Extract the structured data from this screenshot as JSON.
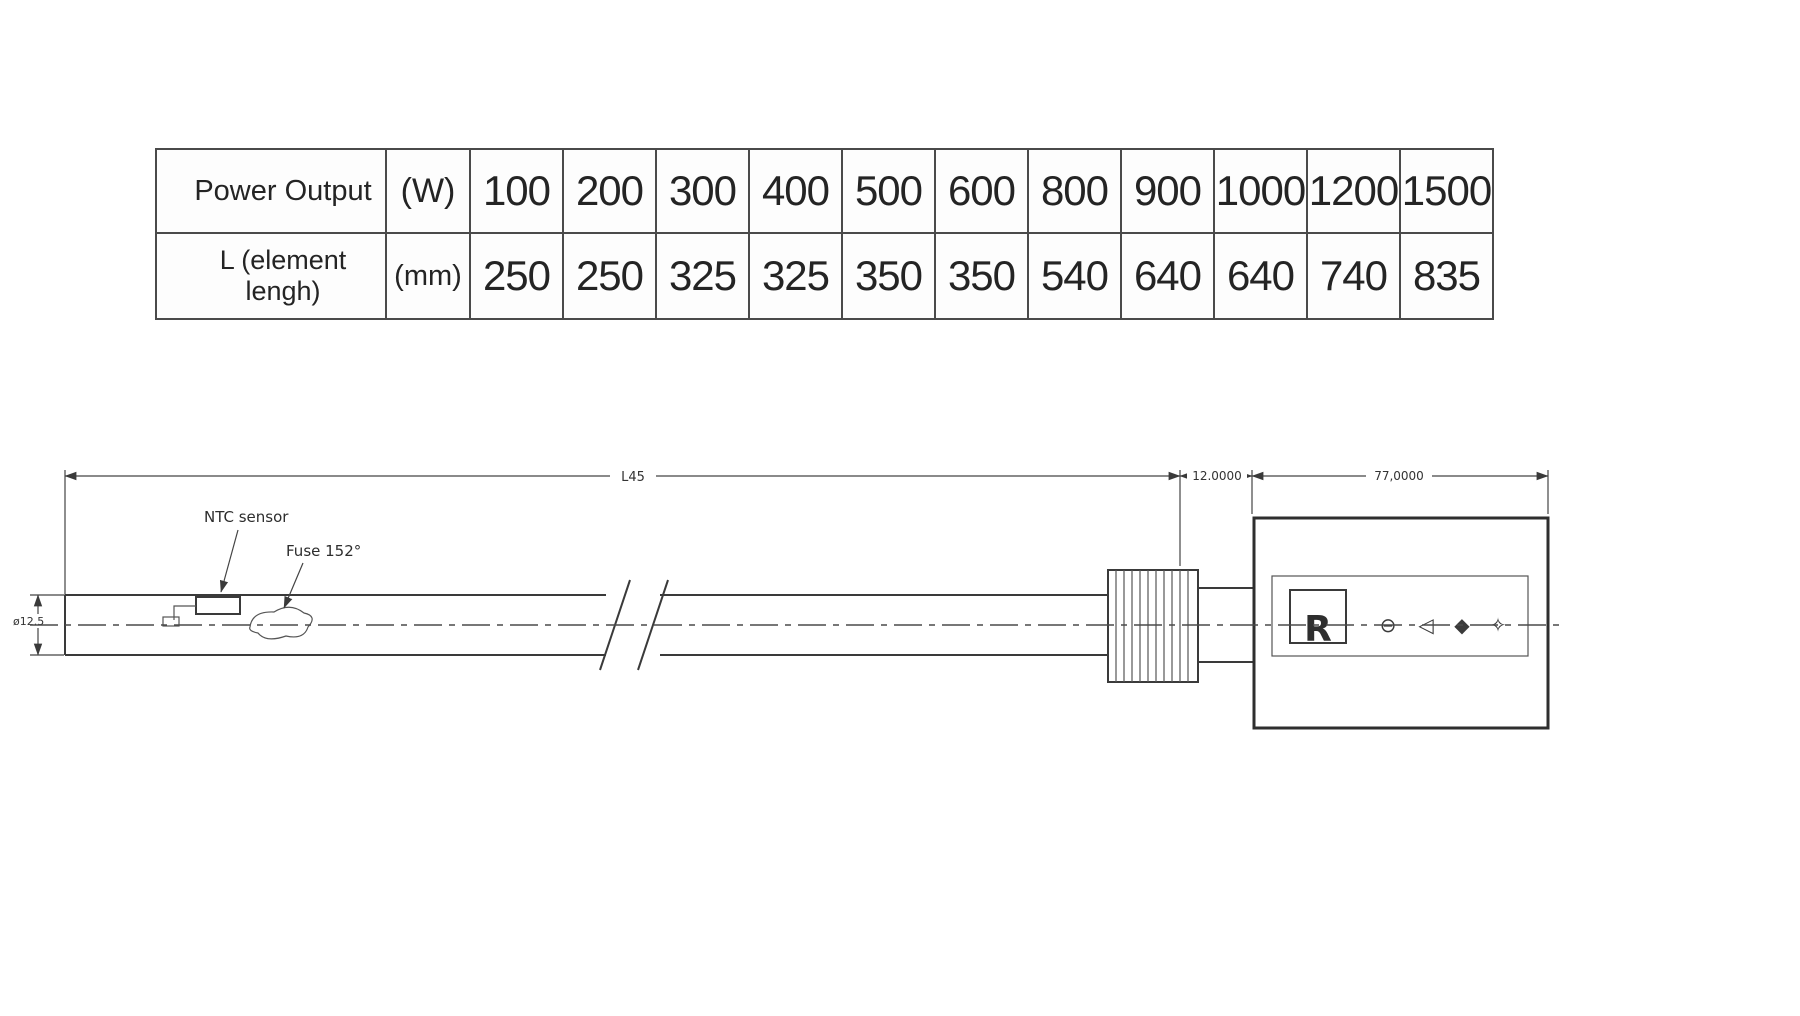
{
  "table": {
    "rows": [
      {
        "label": "Power Output",
        "unit": "(W)",
        "values": [
          "100",
          "200",
          "300",
          "400",
          "500",
          "600",
          "800",
          "900",
          "1000",
          "1200",
          "1500"
        ]
      },
      {
        "label": "L  (element lengh)",
        "unit": "(mm)",
        "values": [
          "250",
          "250",
          "325",
          "325",
          "350",
          "350",
          "540",
          "640",
          "640",
          "740",
          "835"
        ]
      }
    ]
  },
  "drawing": {
    "labels": {
      "ntc_sensor": "NTC sensor",
      "fuse": "Fuse 152°",
      "diameter": "ø12.5",
      "dim_element_length": "L45",
      "dim_thread_length": "12.0000",
      "dim_housing_length": "77,0000"
    },
    "housing_label": {
      "logo": "R",
      "marks": [
        "⊖",
        "◁",
        "◆",
        "✧"
      ]
    }
  }
}
